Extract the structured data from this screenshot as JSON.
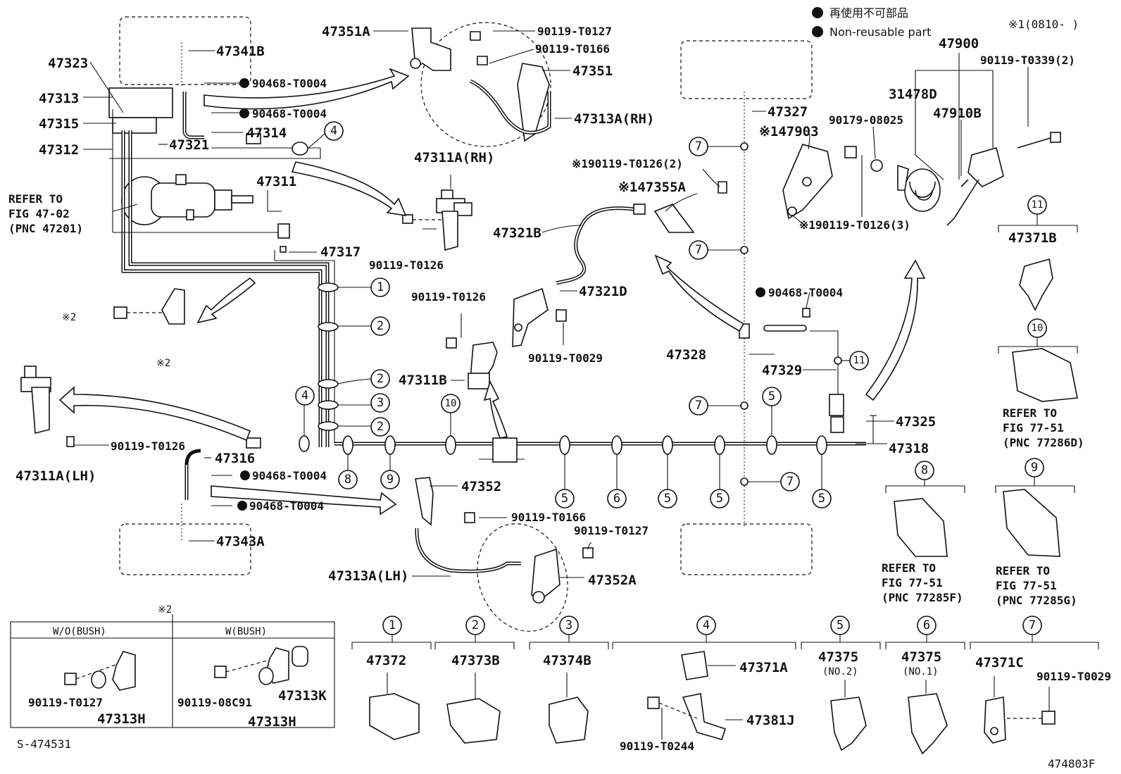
{
  "legend": {
    "line1": "再使用不可部品",
    "line2": "Non-reusable part",
    "note": "※1(0810-     )"
  },
  "labels": {
    "p47341B": "47341B",
    "p47323": "47323",
    "p47313": "47313",
    "p47315": "47315",
    "p47312": "47312",
    "p47321": "47321",
    "p47314": "47314",
    "p90468a": "90468-T0004",
    "p90468b": "90468-T0004",
    "p47311": "47311",
    "p47317": "47317",
    "refer1": "REFER TO",
    "refer2": "FIG 47-02",
    "refer3": "(PNC 47201)",
    "p47351A": "47351A",
    "p90119_T0127a": "90119-T0127",
    "p90119_T0166a": "90119-T0166",
    "p47351": "47351",
    "p47313ARH": "47313A(RH)",
    "p47311ARH": "47311A(RH)",
    "p90119_T0126a": "90119-T0126",
    "p90119_T0126b": "90119-T0126",
    "p47311B": "47311B",
    "p47321B": "47321B",
    "p47321D": "47321D",
    "p90119_T0029a": "90119-T0029",
    "x2a": "※2",
    "x2b": "※2",
    "p47311ALH": "47311A(LH)",
    "p90119_T0126c": "90119-T0126",
    "p47316": "47316",
    "p90468c": "90468-T0004",
    "p90468d": "90468-T0004",
    "p47343A": "47343A",
    "p47352": "47352",
    "p90119_T0166b": "90119-T0166",
    "p90119_T0127b": "90119-T0127",
    "p47313ALH": "47313A(LH)",
    "p47352A": "47352A",
    "p47327": "47327",
    "p47903": "※147903",
    "p90119_T0126_2": "※190119-T0126(2)",
    "p47355A": "※147355A",
    "p90468e": "90468-T0004",
    "p47328": "47328",
    "p47329": "47329",
    "p47325": "47325",
    "p47318": "47318",
    "p47900": "47900",
    "p90119_T0339": "90119-T0339(2)",
    "p31478D": "31478D",
    "p47910B": "47910B",
    "p90179": "90179-08025",
    "p90119_T0126_3": "※190119-T0126(3)",
    "p47371B": "47371B",
    "refer77_1a": "REFER TO",
    "refer77_1b": "FIG 77-51",
    "refer77_1c": "(PNC 77286D)",
    "refer77_2a": "REFER TO",
    "refer77_2b": "FIG 77-51",
    "refer77_2c": "(PNC 77285F)",
    "refer77_3a": "REFER TO",
    "refer77_3b": "FIG 77-51",
    "refer77_3c": "(PNC 77285G)"
  },
  "callouts": [
    "1",
    "2",
    "3",
    "4",
    "5",
    "6",
    "7",
    "8",
    "9",
    "10",
    "11"
  ],
  "bottom_parts": {
    "c1": "47372",
    "c2": "47373B",
    "c3": "47374B",
    "c4a": "47371A",
    "c4b": "47381J",
    "c4c": "90119-T0244",
    "c5": "47375",
    "c5sub": "(NO.2)",
    "c6": "47375",
    "c6sub": "(NO.1)",
    "c7a": "47371C",
    "c7b": "90119-T0029"
  },
  "inset": {
    "marker": "※2",
    "wo_title": "W/O(BUSH)",
    "w_title": "W(BUSH)",
    "wo_bolt": "90119-T0127",
    "wo_part": "47313H",
    "w_bolt": "90119-08C91",
    "w_part": "47313H",
    "w_bush": "47313K"
  },
  "footer": {
    "left": "S-474531",
    "right": "474803F"
  }
}
